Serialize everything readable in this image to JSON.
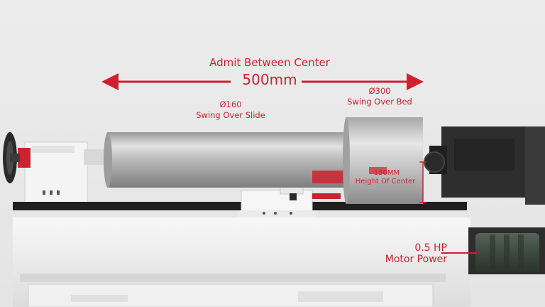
{
  "annotations": {
    "between_centers_title": "Admit Between Center",
    "between_centers_value": "500mm",
    "swing_slide_diameter": "Ø160",
    "swing_slide_label": "Swing Over Slide",
    "swing_bed_diameter": "Ø300",
    "swing_bed_label": "Swing Over Bed",
    "center_height_value": "150MM",
    "center_height_label": "Height Of Center",
    "motor_power_value": "0.5 HP",
    "motor_power_label": "Motor Power"
  },
  "colors": {
    "accent": "#d0202e",
    "background": "#e9e9e9",
    "machine_body": "#f2f2f2",
    "headstock": "#2e2e2e",
    "motor": "#3d4a40"
  }
}
